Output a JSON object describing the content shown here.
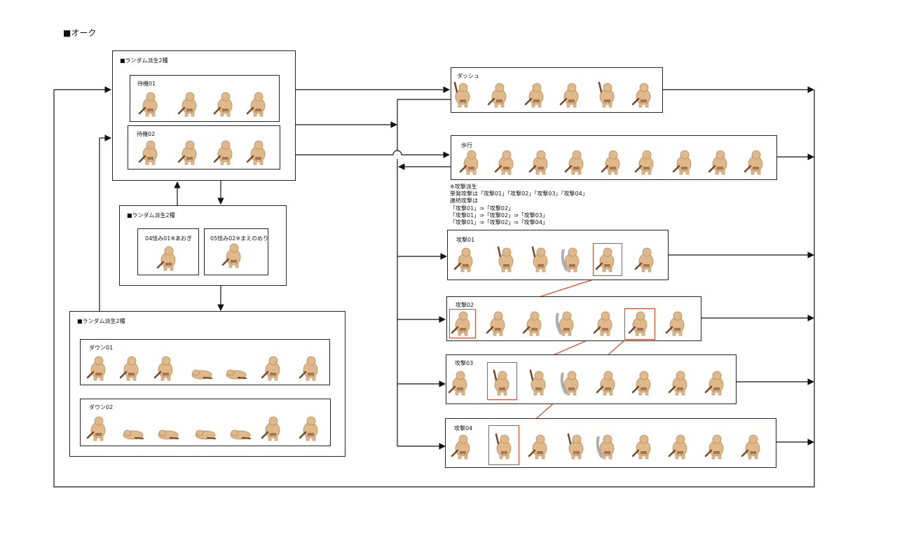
{
  "title": "■オーク",
  "groups": {
    "idle": "■ランダム派生2種",
    "flinch": "■ランダム派生2種",
    "down": "■ランダム派生2種"
  },
  "labels": {
    "idle01": "待機01",
    "idle02": "待機02",
    "flinch01": "04怯み01※あおぎ",
    "flinch02": "05怯み02※まえのめり",
    "down01": "ダウン01",
    "down02": "ダウン02",
    "dash": "ダッシュ",
    "walk": "歩行",
    "attack01": "攻撃01",
    "attack02": "攻撃02",
    "attack03": "攻撃03",
    "attack04": "攻撃04"
  },
  "note": [
    "※攻撃派生",
    "単発攻撃は「攻撃01」「攻撃02」「攻撃03」「攻撃04」",
    "連続攻撃は",
    "「攻撃01」⇒「攻撃02」",
    "「攻撃01」⇒「攻撃02」⇒「攻撃03」",
    "「攻撃01」⇒「攻撃02」⇒「攻撃04」"
  ],
  "colors": {
    "line": "#111111",
    "highlight": "#e0401a",
    "sprite_skin": "#e0b98a",
    "sprite_shadow": "#b5875a",
    "club": "#7a4a28",
    "blade": "#9a9a9a"
  }
}
